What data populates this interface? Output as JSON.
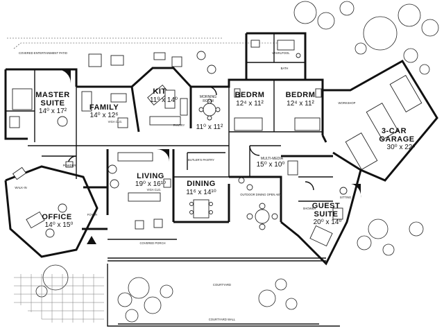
{
  "rooms": {
    "master_suite": {
      "name_line1": "MASTER",
      "name_line2": "SUITE",
      "dims": "14⁰ x 17²"
    },
    "family": {
      "name": "FAMILY",
      "dims": "14⁰ x 12⁶",
      "note": "VIGA CLG."
    },
    "kit": {
      "name": "KIT",
      "dims": "11⁰ x 14⁰"
    },
    "morning_room": {
      "name_line1": "MORNING",
      "name_line2": "ROOM",
      "dims": "11⁰ x 11²"
    },
    "bedrm1": {
      "name": "BEDRM",
      "dims": "12⁴ x 11²"
    },
    "bedrm2": {
      "name": "BEDRM",
      "dims": "12⁴ x 11²"
    },
    "garage": {
      "name": "3-CAR",
      "name2": "GARAGE",
      "dims": "30⁰ x 22⁶"
    },
    "living": {
      "name": "LIVING",
      "dims": "19⁰ x 16¹⁰",
      "note": "VIGA CLG."
    },
    "dining": {
      "name": "DINING",
      "dims": "11⁶ x 14¹⁰"
    },
    "multimedia": {
      "name": "MULTI-MEDIA",
      "dims": "15⁰ x 10⁰"
    },
    "office": {
      "name": "OFFICE",
      "dims": "14⁰ x 15⁰"
    },
    "guest_suite": {
      "name_line1": "GUEST",
      "name_line2": "SUITE",
      "dims": "20⁰ x 14⁰"
    }
  },
  "labels": {
    "covered_patio": "COVERED ENTERTAINMENT PATIO",
    "walk_in": "WALK-IN",
    "powder": "POWDER",
    "foyer": "FOYER",
    "covered_porch": "COVERED PORCH",
    "butlers_pantry": "BUTLER'S PANTRY",
    "outdoor_dining": "OUTDOOR DINING OPEN ABV",
    "workshop": "WORKSHOP",
    "bath": "BATH",
    "whirlpool": "WHIRLPOOL",
    "pantry": "PANTRY",
    "sitting": "SITTING",
    "shower": "SHOWER",
    "courtyard": "COURTYARD",
    "courtyard_wall": "COURTYARD WALL"
  }
}
